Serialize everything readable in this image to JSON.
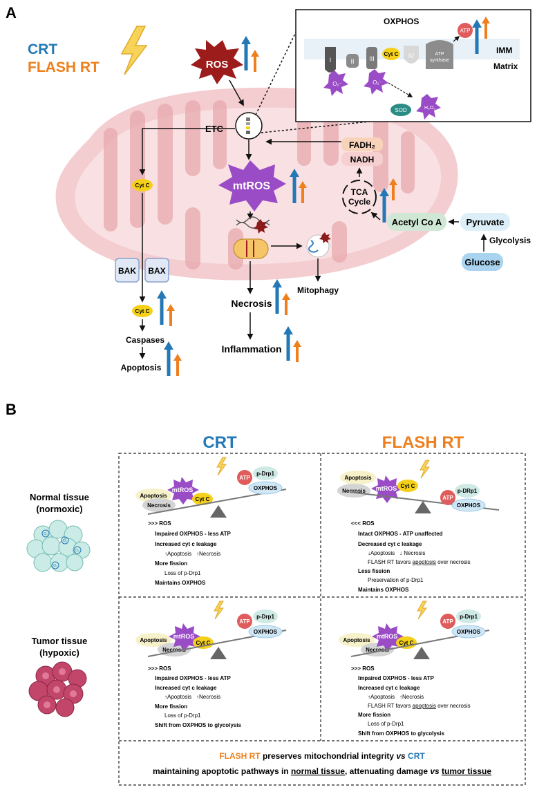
{
  "colors": {
    "crt": "#2378b5",
    "flash": "#ee7f1c",
    "mito_outer": "#f3cdd0",
    "mito_cristae": "#e8a9ae",
    "ros_red": "#9c1b1b",
    "mtros_purple": "#9a4bc6",
    "cytc_yellow": "#f5d01a",
    "atp_red": "#e05b5b",
    "oxphos_blue": "#cfe6f5",
    "necrosis_grey": "#d4d4d4",
    "apoptosis_cream": "#f6f1c8",
    "pyruvate_blue": "#dceff8",
    "acetyl_green": "#cfe7d4",
    "nadh_pink": "#f6cfd0",
    "fadh_peach": "#f8d3ba",
    "imm_band": "#e8f1f8"
  },
  "panelA": {
    "label": "A",
    "legend_crt": "CRT",
    "legend_flash": "FLASH RT",
    "ros": "ROS",
    "etc": "ETC",
    "mtros": "mtROS",
    "cytc": "Cyt C",
    "bak": "BAK",
    "bax": "BAX",
    "caspases": "Caspases",
    "apoptosis": "Apoptosis",
    "necrosis": "Necrosis",
    "inflammation": "Inflammation",
    "mitophagy": "Mitophagy",
    "fadh2": "FADH₂",
    "nadh": "NADH",
    "tca_line1": "TCA",
    "tca_line2": "Cycle",
    "acetyl_coa": "Acetyl Co A",
    "pyruvate": "Pyruvate",
    "glycolysis": "Glycolysis",
    "glucose": "Glucose",
    "inset": {
      "title": "OXPHOS",
      "imm": "IMM",
      "matrix": "Matrix",
      "complex_I": "I",
      "complex_II": "II",
      "complex_III": "III",
      "complex_IV": "IV",
      "cytc": "Cyt C",
      "atp_synthase_1": "ATP",
      "atp_synthase_2": "synthase",
      "atp": "ATP",
      "o2": "O₂⁻",
      "sod": "SOD",
      "h2o2": "H₂O₂"
    }
  },
  "panelB": {
    "label": "B",
    "header_crt": "CRT",
    "header_flash": "FLASH RT",
    "row1_label_1": "Normal tissue",
    "row1_label_2": "(normoxic)",
    "row2_label_1": "Tumor tissue",
    "row2_label_2": "(hypoxic)",
    "o2": "O₂",
    "seesaw": {
      "apoptosis": "Apoptosis",
      "necrosis": "Necrosis",
      "mtros": "mtROS",
      "cytc": "Cyt C",
      "atp": "ATP",
      "pdrp1": "p-Drp1",
      "pdrp1_alt": "p-DRp1",
      "oxphos": "OXPHOS"
    },
    "crt_normal": {
      "l1": ">>> ROS",
      "l2": "Impaired OXPHOS - less ATP",
      "l3": "Increased cyt c leakage",
      "l4a": "↑Apoptosis",
      "l4b": "↑Necrosis",
      "l5": "More fission",
      "l6": "Loss of p-Drp1",
      "l7": "Maintains OXPHOS"
    },
    "flash_normal": {
      "l1": "<<< ROS",
      "l2": "Intact OXPHOS - ATP unaffected",
      "l3": "Decreased cyt c leakage",
      "l4a": "↓Apoptosis",
      "l4b": "↓ Necrosis",
      "l5a": "FLASH RT favors ",
      "l5b": "apoptosis",
      "l5c": " over necrosis",
      "l6": "Less fission",
      "l7": "Preservation of p-Drp1",
      "l8": "Maintains OXPHOS"
    },
    "crt_tumor": {
      "l1": ">>> ROS",
      "l2": "Impaired OXPHOS - less ATP",
      "l3": "Increased cyt c leakage",
      "l4a": "↑Apoptosis",
      "l4b": "↑Necrosis",
      "l5": "More fission",
      "l6": "Loss of p-Drp1",
      "l7": "Shift from OXPHOS to glycolysis"
    },
    "flash_tumor": {
      "l1": ">>> ROS",
      "l2": "Impaired OXPHOS - less ATP",
      "l3": "Increased cyt c leakage",
      "l4a": "↑Apoptosis",
      "l4b": "↑Necrosis",
      "l5a": "FLASH RT favors ",
      "l5b": "apoptosis",
      "l5c": " over necrosis",
      "l6": "More fission",
      "l7": "Loss of p-Drp1",
      "l8": "Shift from OXPHOS to glycolysis"
    },
    "footer": {
      "flash": "FLASH RT",
      "t1": " preserves mitochondrial integrity ",
      "vs": "vs",
      "crt": " CRT",
      "t2": "maintaining apoptotic pathways in ",
      "normal": "normal tissue",
      "t3": ", attenuating damage ",
      "vs2": "vs",
      "tumor": "tumor tissue"
    }
  }
}
